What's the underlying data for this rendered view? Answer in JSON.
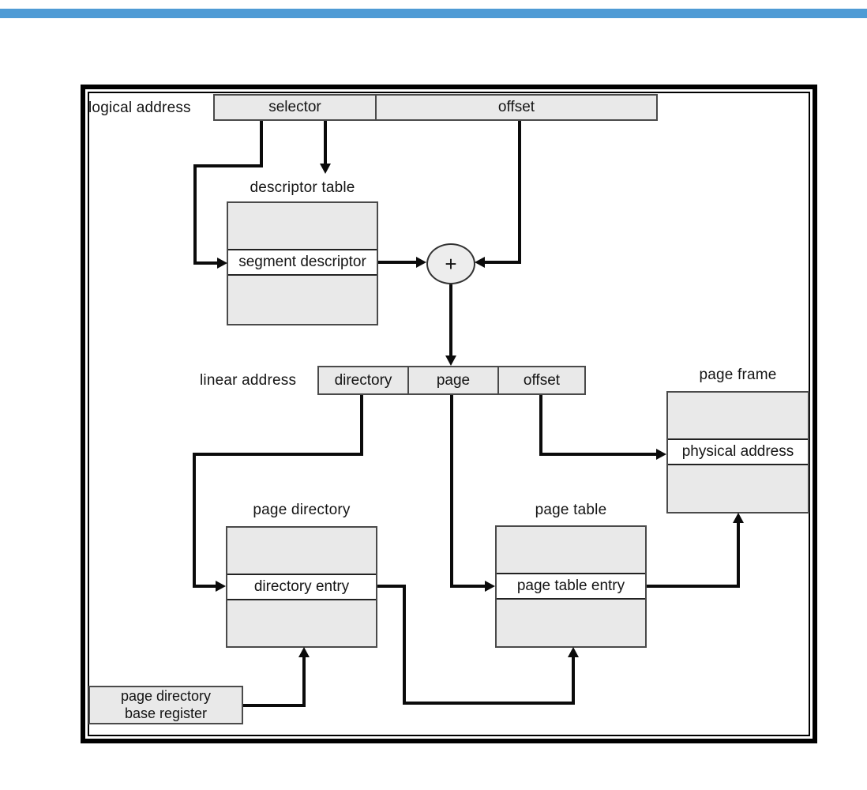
{
  "header": {
    "accent_bar_color": "#4f9bd5"
  },
  "diagram": {
    "logical_address_label": "logical address",
    "logical_address_fields": {
      "selector": "selector",
      "offset": "offset"
    },
    "descriptor_table": {
      "title": "descriptor table",
      "entry": "segment descriptor"
    },
    "adder_symbol": "+",
    "linear_address_label": "linear address",
    "linear_address_fields": {
      "directory": "directory",
      "page": "page",
      "offset": "offset"
    },
    "page_frame": {
      "title": "page frame",
      "entry": "physical address"
    },
    "page_directory": {
      "title": "page directory",
      "entry": "directory entry"
    },
    "page_table": {
      "title": "page table",
      "entry": "page table entry"
    },
    "base_register": {
      "line1": "page directory",
      "line2": "base register"
    },
    "colors": {
      "box_fill": "#e9e9e9",
      "box_border": "#4a4a4a",
      "line": "#0b0b0b",
      "entry_row_fill": "#ffffff"
    }
  }
}
